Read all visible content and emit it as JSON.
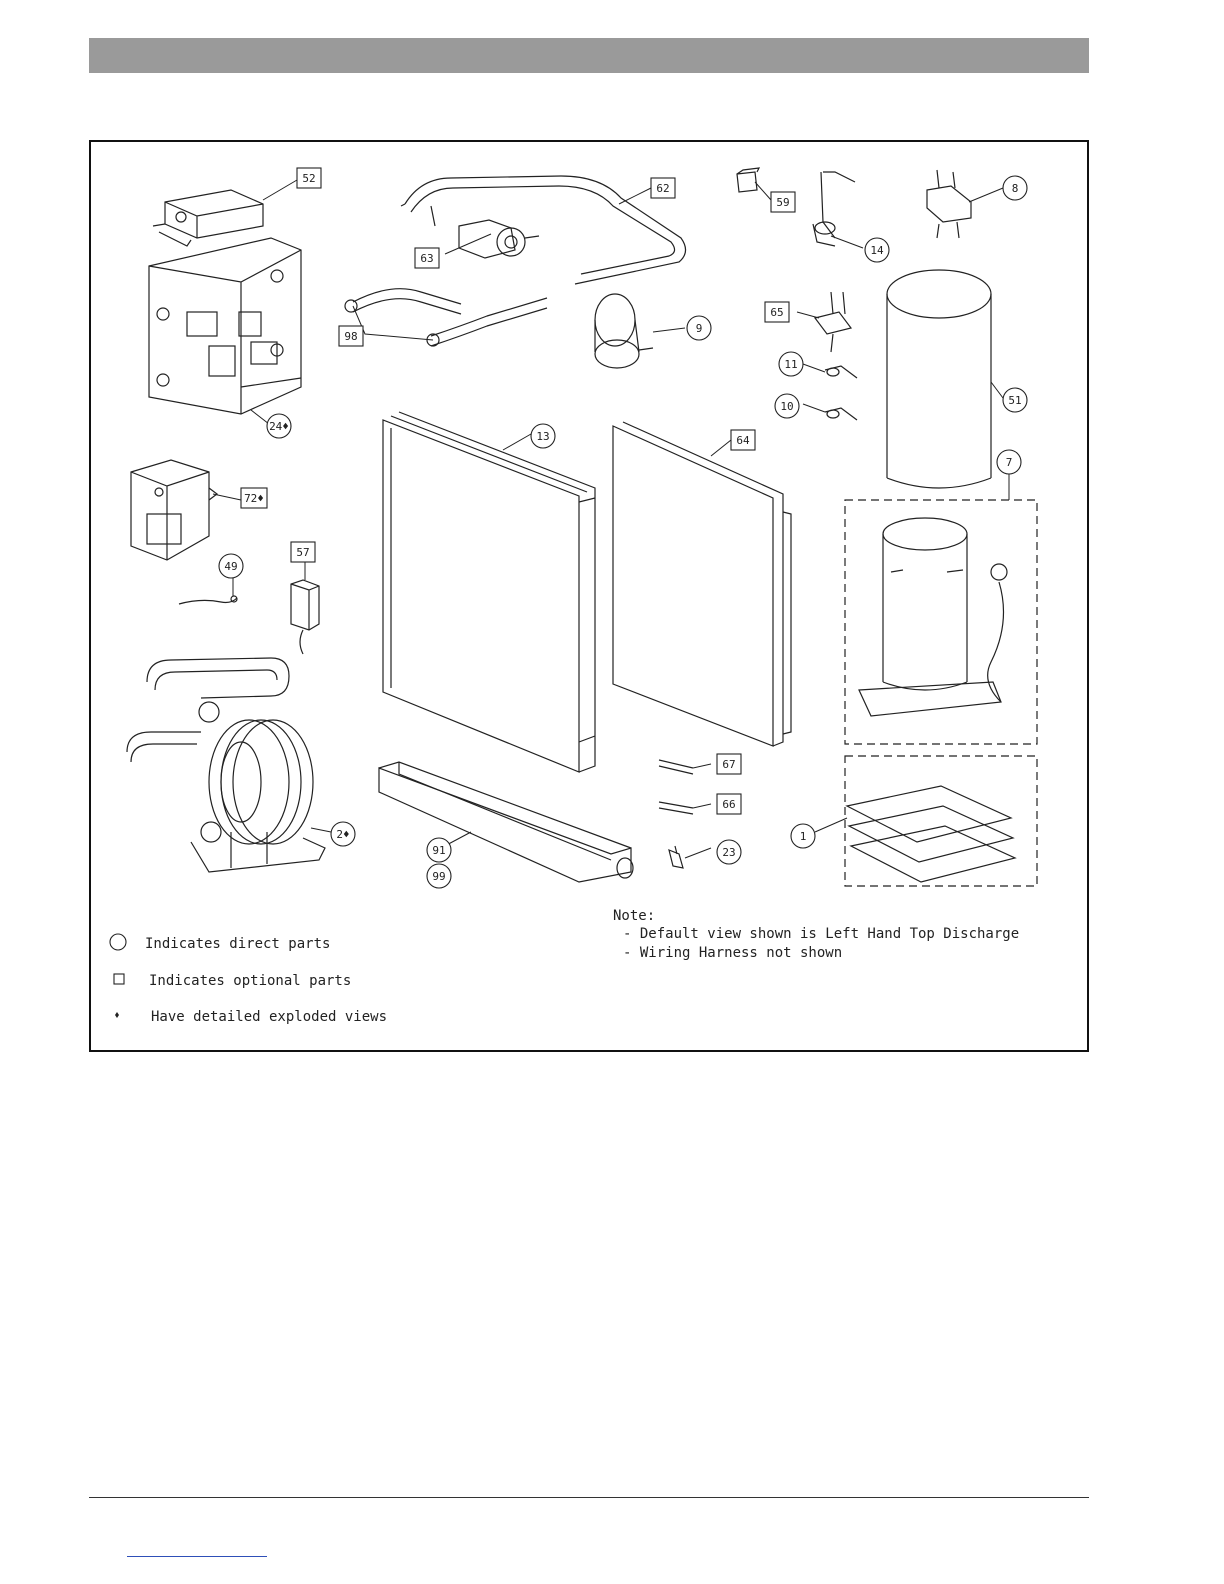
{
  "callouts": [
    {
      "id": "c52",
      "label": "52",
      "shape": "square"
    },
    {
      "id": "c62",
      "label": "62",
      "shape": "square"
    },
    {
      "id": "c59",
      "label": "59",
      "shape": "square"
    },
    {
      "id": "c8",
      "label": "8",
      "shape": "circle"
    },
    {
      "id": "c14",
      "label": "14",
      "shape": "circle"
    },
    {
      "id": "c63",
      "label": "63",
      "shape": "square"
    },
    {
      "id": "c98",
      "label": "98",
      "shape": "square"
    },
    {
      "id": "c9",
      "label": "9",
      "shape": "circle"
    },
    {
      "id": "c65",
      "label": "65",
      "shape": "square"
    },
    {
      "id": "c11",
      "label": "11",
      "shape": "circle"
    },
    {
      "id": "c10",
      "label": "10",
      "shape": "circle"
    },
    {
      "id": "c51",
      "label": "51",
      "shape": "circle"
    },
    {
      "id": "c24",
      "label": "24♦",
      "shape": "circle"
    },
    {
      "id": "c13",
      "label": "13",
      "shape": "circle"
    },
    {
      "id": "c64",
      "label": "64",
      "shape": "square"
    },
    {
      "id": "c7",
      "label": "7",
      "shape": "circle"
    },
    {
      "id": "c72",
      "label": "72♦",
      "shape": "square"
    },
    {
      "id": "c57",
      "label": "57",
      "shape": "square"
    },
    {
      "id": "c49",
      "label": "49",
      "shape": "circle"
    },
    {
      "id": "c67",
      "label": "67",
      "shape": "square"
    },
    {
      "id": "c66",
      "label": "66",
      "shape": "square"
    },
    {
      "id": "c1",
      "label": "1",
      "shape": "circle"
    },
    {
      "id": "c2",
      "label": "2♦",
      "shape": "circle"
    },
    {
      "id": "c91",
      "label": "91",
      "shape": "circle"
    },
    {
      "id": "c99",
      "label": "99",
      "shape": "circle"
    },
    {
      "id": "c23",
      "label": "23",
      "shape": "circle"
    }
  ],
  "legend": [
    {
      "symbol": "circle",
      "text": "Indicates direct parts"
    },
    {
      "symbol": "square",
      "text": "Indicates optional parts"
    },
    {
      "symbol": "diamond",
      "text": "Have detailed exploded views"
    }
  ],
  "notes": {
    "heading": "Note:",
    "lines": [
      "- Default view shown is Left Hand Top Discharge",
      "- Wiring Harness not shown"
    ]
  },
  "colors": {
    "header_bar": "#9a9a9a",
    "line": "#222222",
    "footer_link": "#2e4fb8"
  }
}
